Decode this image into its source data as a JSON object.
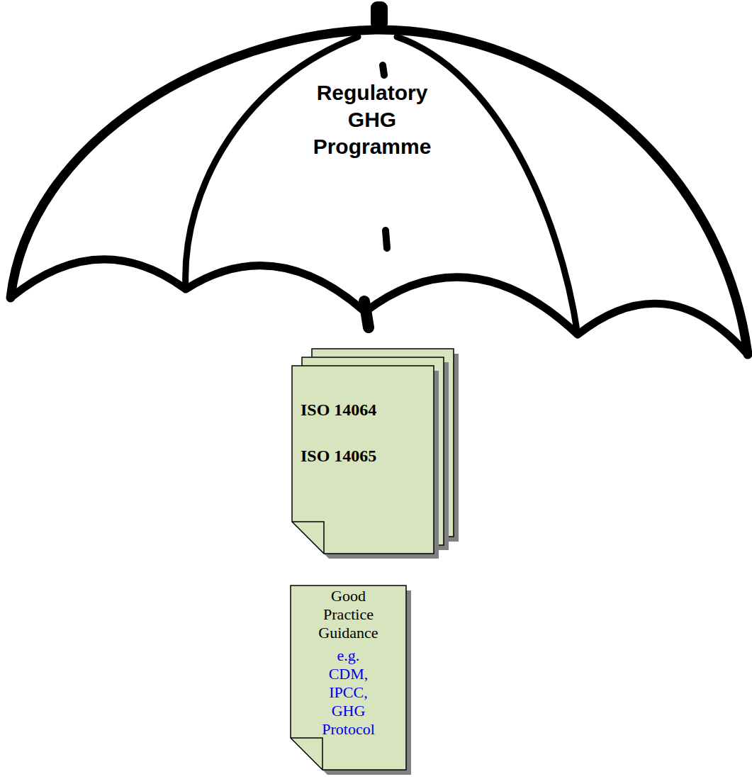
{
  "diagram": {
    "nodes": [
      {
        "text": [
          "ISO 14064",
          "ISO 14065"
        ]
      },
      {
        "text": [
          "Good Practice Guidance",
          "e.g. CDM, IPCC, GHG Protocol"
        ]
      }
    ],
    "labels": [
      "Regulatory GHG Programme"
    ]
  }
}
